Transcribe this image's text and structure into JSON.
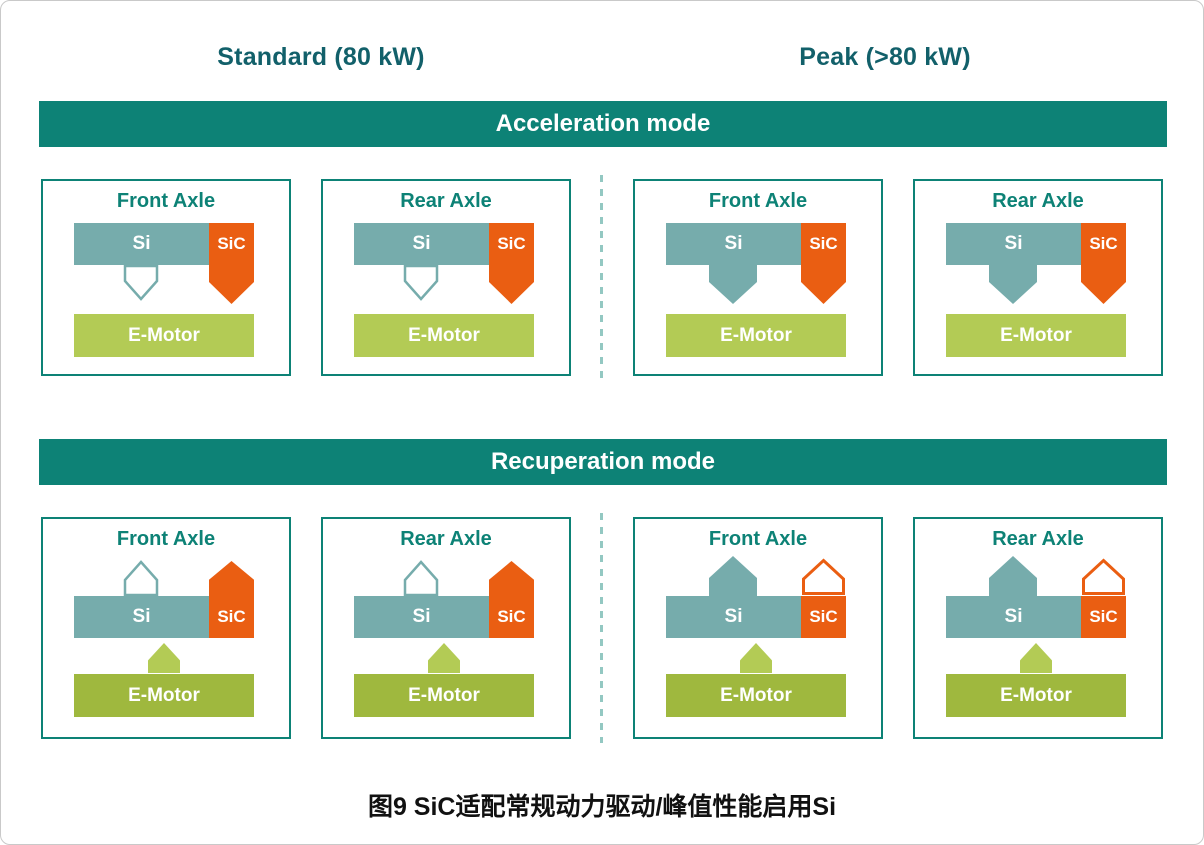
{
  "column_headers": {
    "standard": "Standard (80 kW)",
    "peak": "Peak (>80 kW)"
  },
  "labels": {
    "si": "Si",
    "sic": "SiC",
    "motor": "E-Motor"
  },
  "modes": [
    {
      "banner": "Acceleration mode",
      "panels": [
        {
          "title": "Front Axle",
          "column": "Standard",
          "si_path": "inactive",
          "sic_path": "active",
          "flow": "down"
        },
        {
          "title": "Rear Axle",
          "column": "Standard",
          "si_path": "inactive",
          "sic_path": "active",
          "flow": "down"
        },
        {
          "title": "Front Axle",
          "column": "Peak",
          "si_path": "active",
          "sic_path": "active",
          "flow": "down"
        },
        {
          "title": "Rear Axle",
          "column": "Peak",
          "si_path": "active",
          "sic_path": "active",
          "flow": "down"
        }
      ]
    },
    {
      "banner": "Recuperation mode",
      "panels": [
        {
          "title": "Front Axle",
          "column": "Standard",
          "si_path": "inactive",
          "sic_path": "active",
          "flow": "up",
          "motor_arrow": "up"
        },
        {
          "title": "Rear Axle",
          "column": "Standard",
          "si_path": "inactive",
          "sic_path": "active",
          "flow": "up",
          "motor_arrow": "up"
        },
        {
          "title": "Front Axle",
          "column": "Peak",
          "si_path": "active",
          "sic_path": "inactive",
          "flow": "up",
          "motor_arrow": "up"
        },
        {
          "title": "Rear Axle",
          "column": "Peak",
          "si_path": "active",
          "sic_path": "inactive",
          "flow": "up",
          "motor_arrow": "up"
        }
      ]
    }
  ],
  "caption": "图9  SiC适配常规动力驱动/峰值性能启用Si",
  "colors": {
    "teal": "#0D8276",
    "header_text": "#12606A",
    "si_fill": "#76ACAC",
    "sic_fill": "#EA5E12",
    "emotor_light": "#B3CB55",
    "emotor_dark": "#9FB83E",
    "dashed_separator": "#93C8C2"
  }
}
